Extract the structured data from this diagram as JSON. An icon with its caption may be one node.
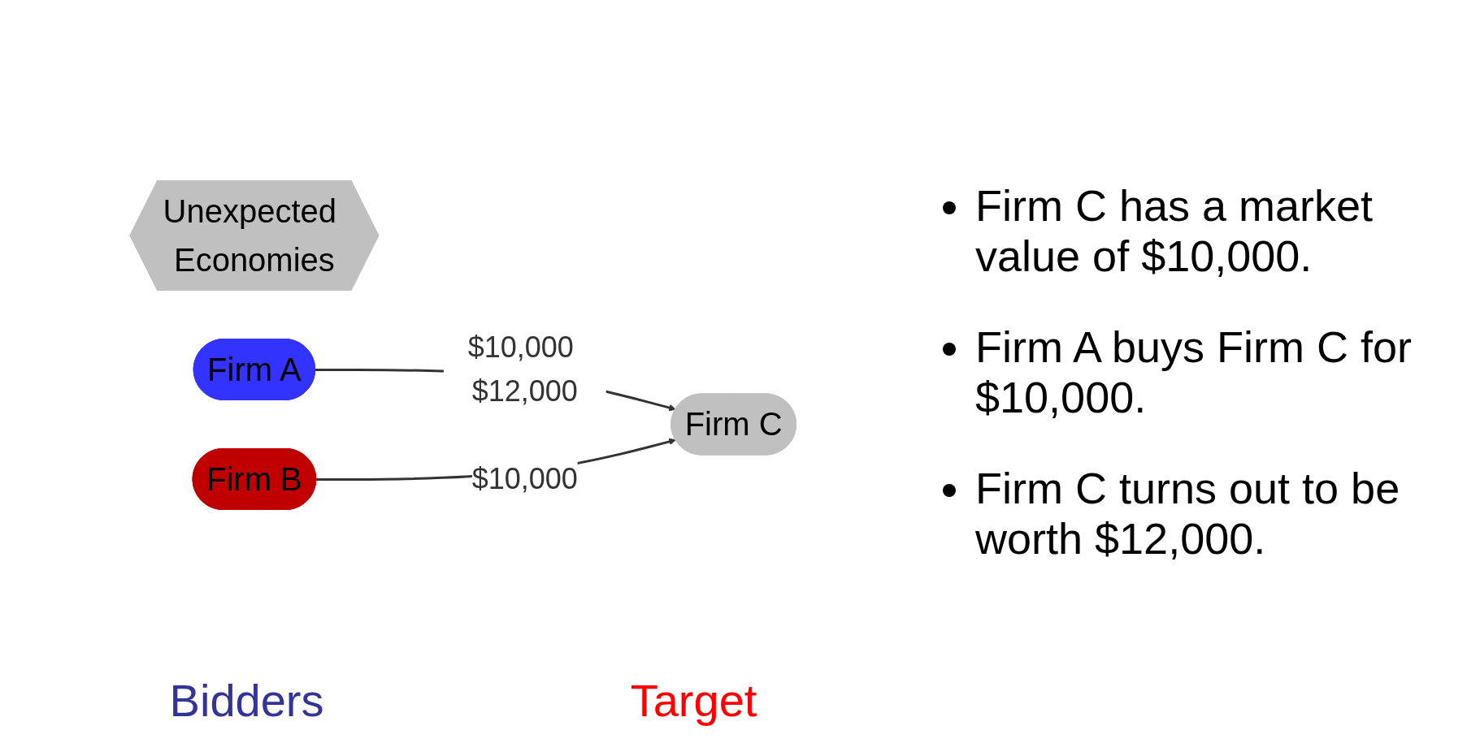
{
  "diagram": {
    "nodes": [
      {
        "text": [
          "Unexpected Economies"
        ]
      },
      {
        "text": [
          "Firm A"
        ]
      },
      {
        "text": [
          "Firm C"
        ]
      },
      {
        "text": [
          "Firm B"
        ]
      }
    ],
    "edges": [
      {
        "from": 1,
        "to": 2,
        "arrow": "to",
        "label": "$10,000 $12,000"
      },
      {
        "from": 3,
        "to": 2,
        "arrow": "to",
        "label": "$10,000"
      }
    ],
    "labels": [
      "Firm C has a market value of $10,000.",
      "Firm A buys Firm C for $10,000.",
      "Firm C turns out to be worth $12,000.",
      "Bidders",
      "Target"
    ]
  }
}
